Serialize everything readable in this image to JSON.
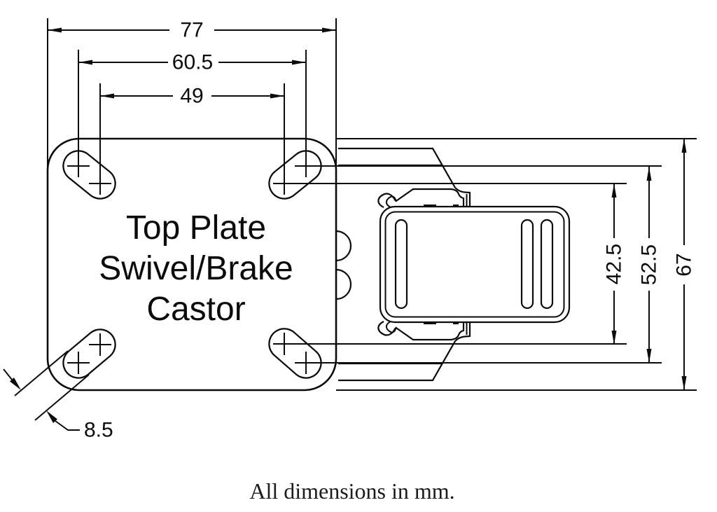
{
  "drawing": {
    "plate_label": {
      "line1": "Top Plate",
      "line2": "Swivel/Brake",
      "line3": "Castor"
    },
    "dimensions": {
      "overall_width": "77",
      "hole_spacing_width_outer": "60.5",
      "hole_spacing_width_inner": "49",
      "hole_spacing_height_inner": "42.5",
      "hole_spacing_height_outer": "52.5",
      "overall_height": "67",
      "slot_width": "8.5"
    },
    "caption": "All dimensions in mm.",
    "colors": {
      "line": "#0b0b0b",
      "background": "#ffffff"
    }
  }
}
